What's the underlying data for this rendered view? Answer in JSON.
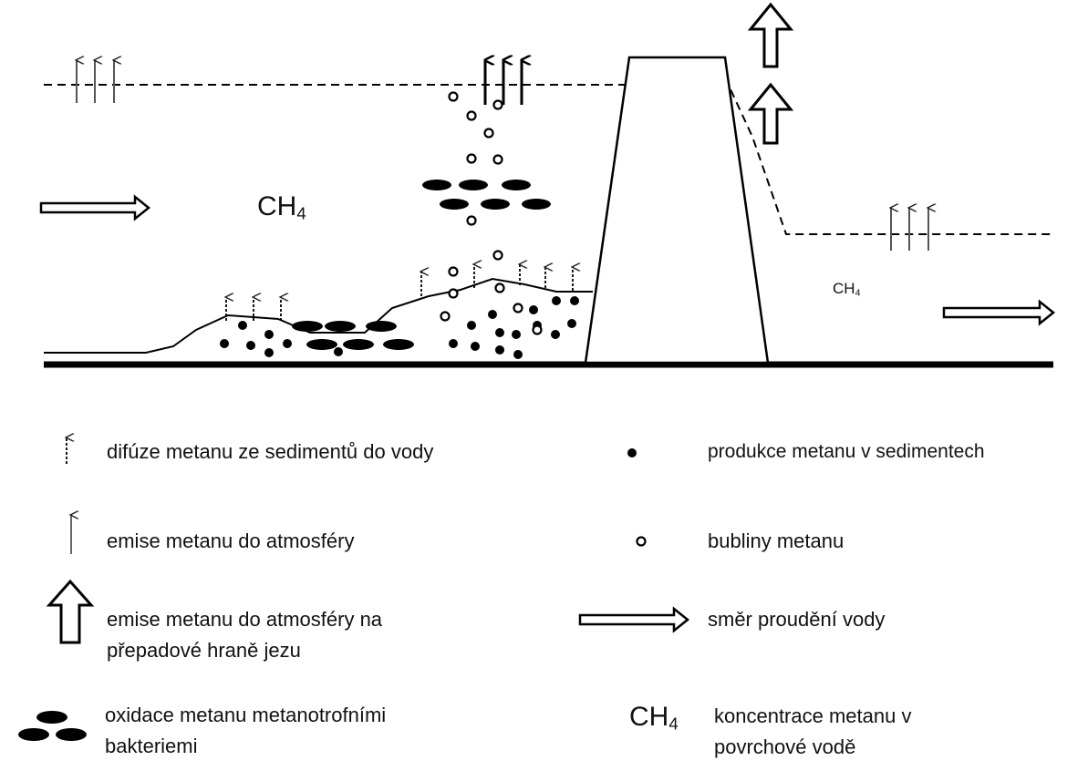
{
  "diagram": {
    "ch4_label": "CH",
    "ch4_sub": "4"
  },
  "legend": {
    "diffusion": "difúze metanu ze sedimentů do vody",
    "emission": "emise metanu do atmosféry",
    "weir_emission_line1": "emise metanu do atmosféry na",
    "weir_emission_line2": "přepadové hraně jezu",
    "oxidation_line1": "oxidace metanu metanotrofními",
    "oxidation_line2": "bakteriemi",
    "production": "produkce metanu v sedimentech",
    "bubbles": "bubliny metanu",
    "flow": "směr proudění vody",
    "concentration_line1": "koncentrace metanu v",
    "concentration_line2": "povrchové vodě"
  }
}
